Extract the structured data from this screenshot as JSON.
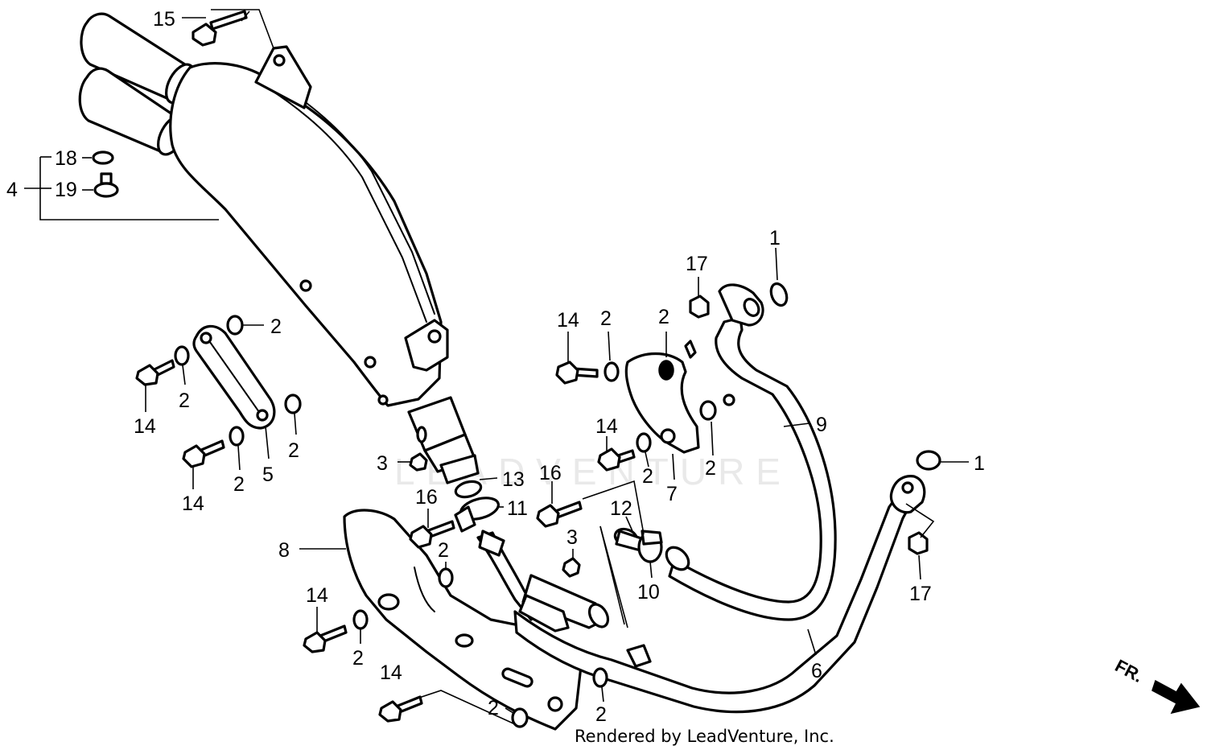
{
  "watermark": "LEADVENTURE",
  "credit": "Rendered by LeadVenture, Inc.",
  "direction": "FR.",
  "callouts": {
    "c15": "15",
    "c18": "18",
    "c19": "19",
    "c4": "4",
    "c2a": "2",
    "c2b": "2",
    "c14a": "14",
    "c2c": "2",
    "c14b": "14",
    "c2d": "2",
    "c5": "5",
    "c3a": "3",
    "c13": "13",
    "c16a": "16",
    "c11": "11",
    "c2e": "2",
    "c8": "8",
    "c14c": "14",
    "c2f": "2",
    "c14d": "14",
    "c2g": "2",
    "c2h": "2",
    "c14e": "14",
    "c2i": "2",
    "c2j": "2",
    "c17a": "17",
    "c1a": "1",
    "c14f": "14",
    "c2k": "2",
    "c2l": "2",
    "c16b": "16",
    "c12": "12",
    "c7": "7",
    "c9": "9",
    "c3b": "3",
    "c10": "10",
    "c1b": "1",
    "c17b": "17",
    "c6": "6"
  }
}
